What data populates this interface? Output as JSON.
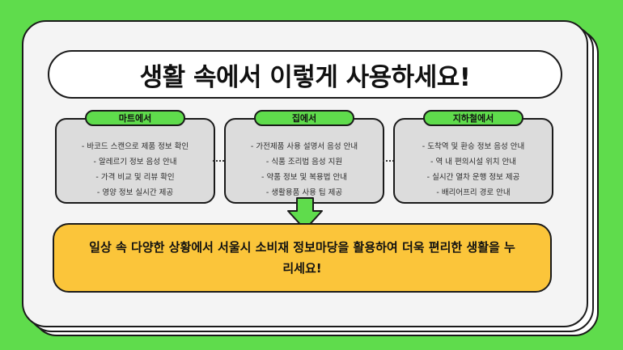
{
  "title": "생활 속에서 이렇게 사용하세요!",
  "panels": [
    {
      "label": "마트에서",
      "items": [
        "- 바코드 스캔으로 제품 정보 확인",
        "- 알레르기 정보 음성 안내",
        "- 가격 비교 및 리뷰 확인",
        "- 영양 정보 실시간 제공"
      ]
    },
    {
      "label": "집에서",
      "items": [
        "- 가전제품 사용 설명서 음성 안내",
        "- 식품 조리법 음성 지원",
        "- 약품 정보 및 복용법 안내",
        "- 생활용품 사용 팁 제공"
      ]
    },
    {
      "label": "지하철에서",
      "items": [
        "- 도착역 및 환승 정보 음성 안내",
        "- 역 내 편의시설 위치 안내",
        "- 실시간 열차 운행 정보 제공",
        "- 배리어프리 경로 안내"
      ]
    }
  ],
  "summary": "일상 속 다양한 상황에서 서울시 소비재 정보마당을 활용하여 더욱 편리한 생활을 누리세요!",
  "colors": {
    "background": "#5fdc4c",
    "accent": "#fbc53a",
    "tab": "#5fdc4c"
  }
}
